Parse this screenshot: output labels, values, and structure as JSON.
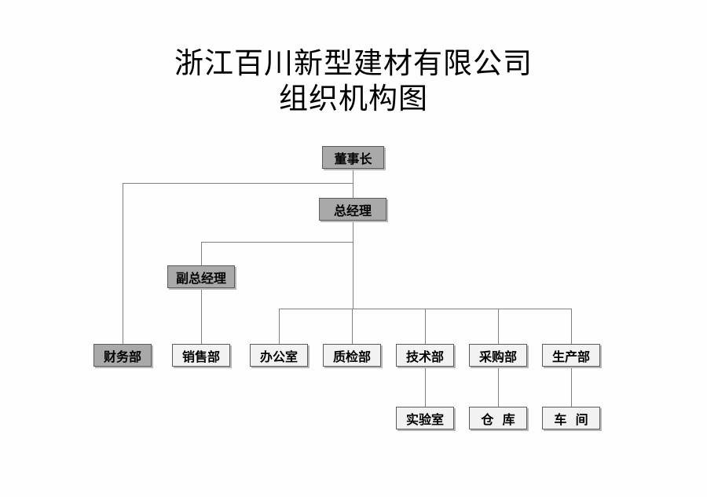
{
  "title": {
    "line1": "浙江百川新型建材有限公司",
    "line2": "组织机构图"
  },
  "colors": {
    "background": "#ffffff",
    "node_fill_gray": "#a9a9a9",
    "node_fill_light": "#f2f2f2",
    "node_border": "#5b5b5b",
    "connector": "#808080",
    "text": "#000000"
  },
  "nodes": {
    "chairman": "董事长",
    "general_manager": "总经理",
    "deputy_general_manager": "副总经理",
    "finance_dept": "财务部",
    "sales_dept": "销售部",
    "office": "办公室",
    "quality_dept": "质检部",
    "technology_dept": "技术部",
    "purchasing_dept": "采购部",
    "production_dept": "生产部",
    "laboratory": "实验室",
    "warehouse": "仓  库",
    "workshop": "车  间"
  },
  "chart_data": {
    "type": "diagram",
    "diagram_kind": "organizational-chart",
    "title": "浙江百川新型建材有限公司 组织机构图",
    "orientation": "top-down",
    "levels": [
      {
        "level": 1,
        "nodes": [
          "董事长"
        ]
      },
      {
        "level": 2,
        "nodes": [
          "总经理",
          "财务部"
        ]
      },
      {
        "level": 3,
        "nodes": [
          "副总经理"
        ]
      },
      {
        "level": 4,
        "nodes": [
          "销售部",
          "办公室",
          "质检部",
          "技术部",
          "采购部",
          "生产部"
        ]
      },
      {
        "level": 5,
        "nodes": [
          "实验室",
          "仓  库",
          "车  间"
        ]
      }
    ],
    "edges": [
      {
        "from": "董事长",
        "to": "总经理"
      },
      {
        "from": "董事长",
        "to": "财务部"
      },
      {
        "from": "总经理",
        "to": "副总经理"
      },
      {
        "from": "总经理",
        "to": "办公室"
      },
      {
        "from": "总经理",
        "to": "质检部"
      },
      {
        "from": "总经理",
        "to": "技术部"
      },
      {
        "from": "总经理",
        "to": "采购部"
      },
      {
        "from": "总经理",
        "to": "生产部"
      },
      {
        "from": "副总经理",
        "to": "销售部"
      },
      {
        "from": "技术部",
        "to": "实验室"
      },
      {
        "from": "采购部",
        "to": "仓  库"
      },
      {
        "from": "生产部",
        "to": "车  间"
      }
    ],
    "node_styles": {
      "董事长": "gray",
      "总经理": "gray",
      "副总经理": "gray",
      "财务部": "gray",
      "销售部": "light",
      "办公室": "light",
      "质检部": "light",
      "技术部": "light",
      "采购部": "light",
      "生产部": "light",
      "实验室": "light",
      "仓  库": "light",
      "车  间": "light"
    }
  }
}
